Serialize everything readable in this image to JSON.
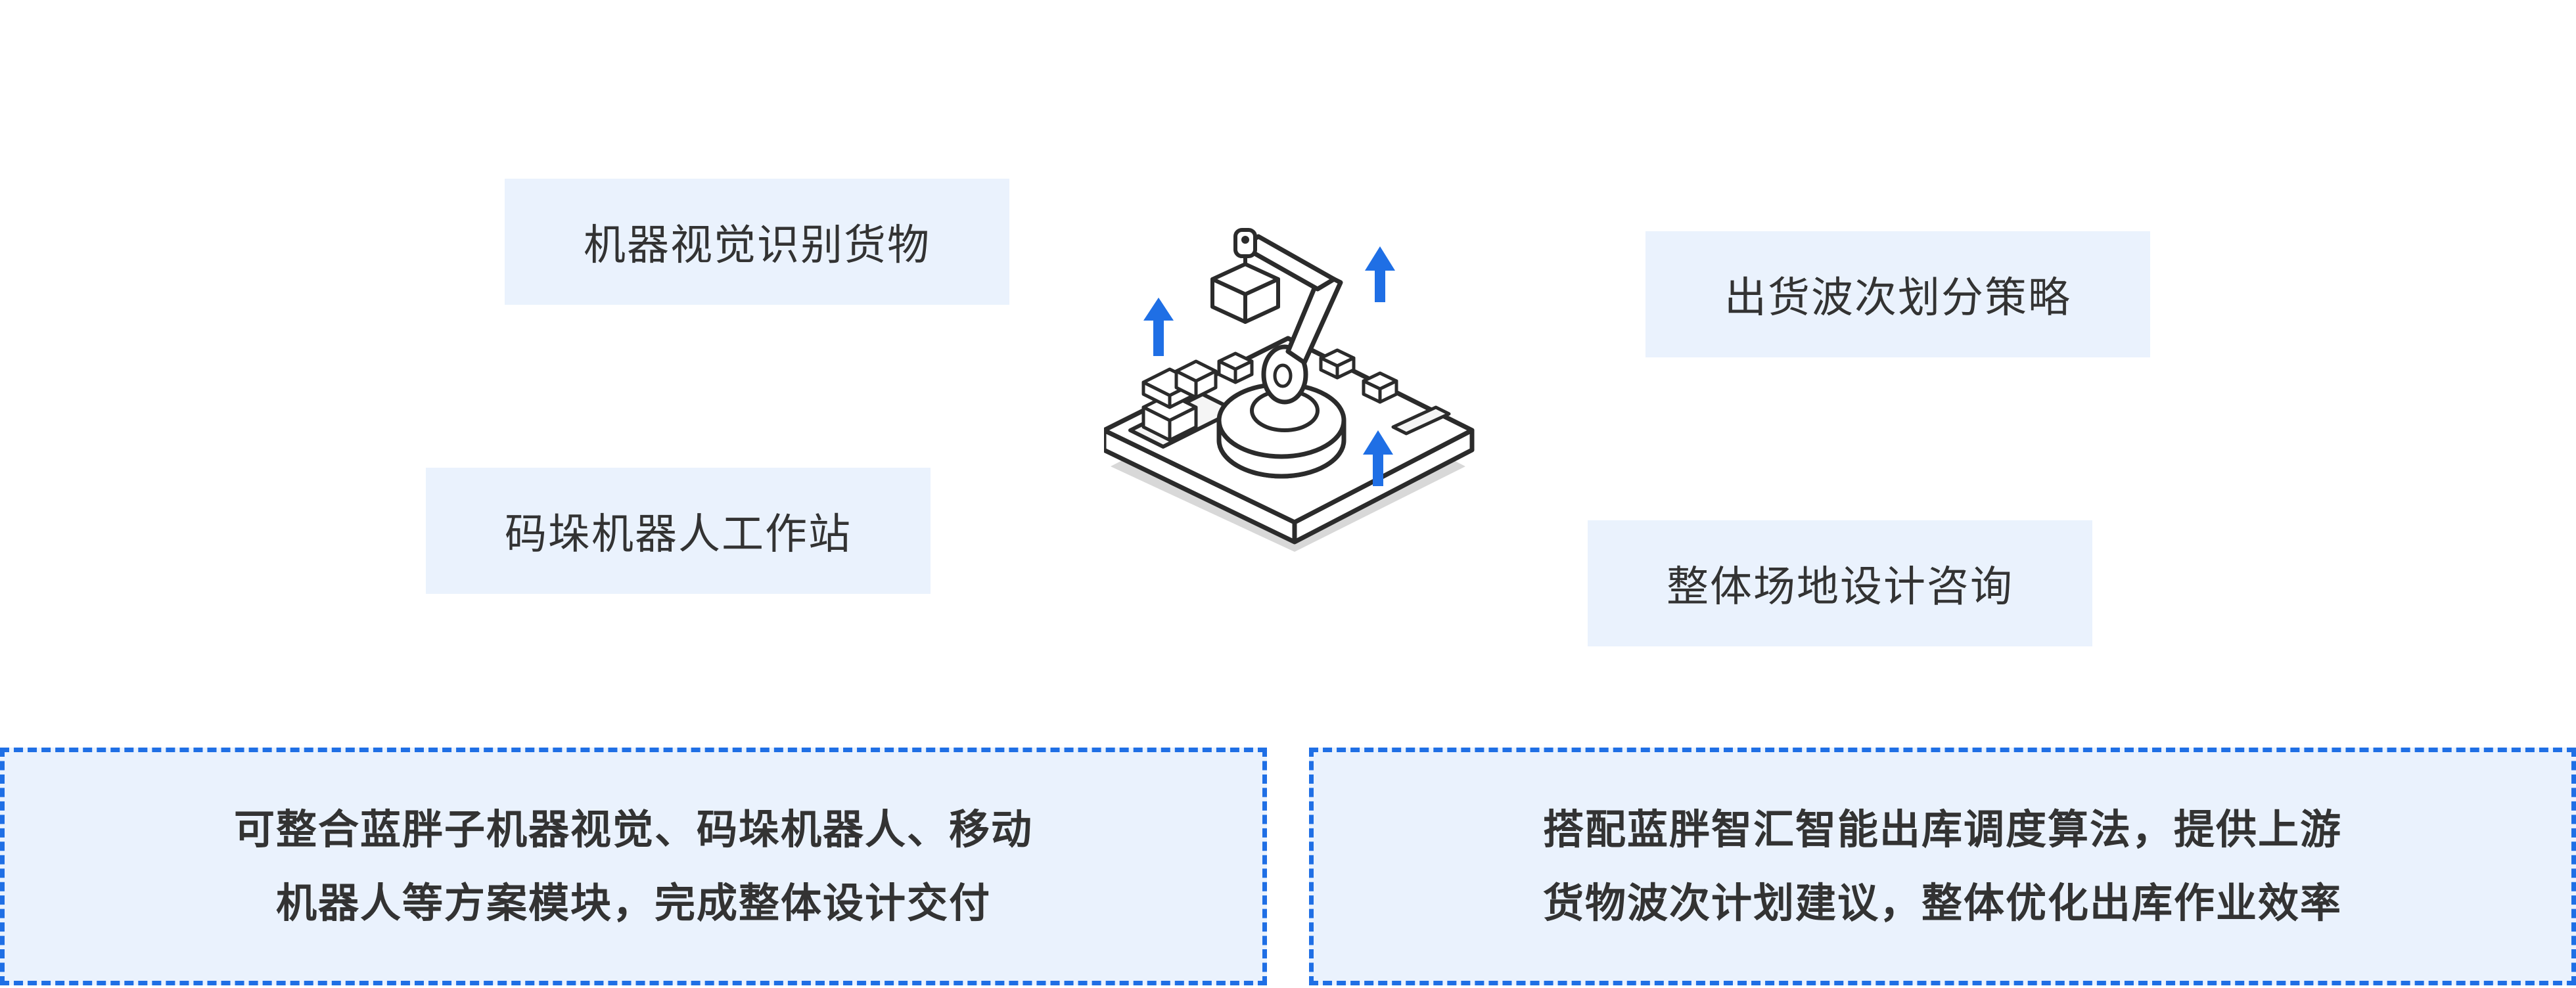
{
  "features": {
    "vision": "机器视觉识别货物",
    "wave_strategy": "出货波次划分策略",
    "palletizing": "码垛机器人工作站",
    "site_consulting": "整体场地设计咨询"
  },
  "info_boxes": {
    "left": {
      "line1": "可整合蓝胖子机器视觉、码垛机器人、移动",
      "line2": "机器人等方案模块，完成整体设计交付"
    },
    "right": {
      "line1": "搭配蓝胖智汇智能出库调度算法，提供上游",
      "line2": "货物波次计划建议，整体优化出库作业效率"
    }
  },
  "illustration": {
    "icon": "robot-arm-workstation-icon",
    "arrow_color": "#1f6fe5"
  },
  "colors": {
    "tag_background": "#eaf2fd",
    "accent": "#1f6fe5",
    "text": "#333333"
  }
}
